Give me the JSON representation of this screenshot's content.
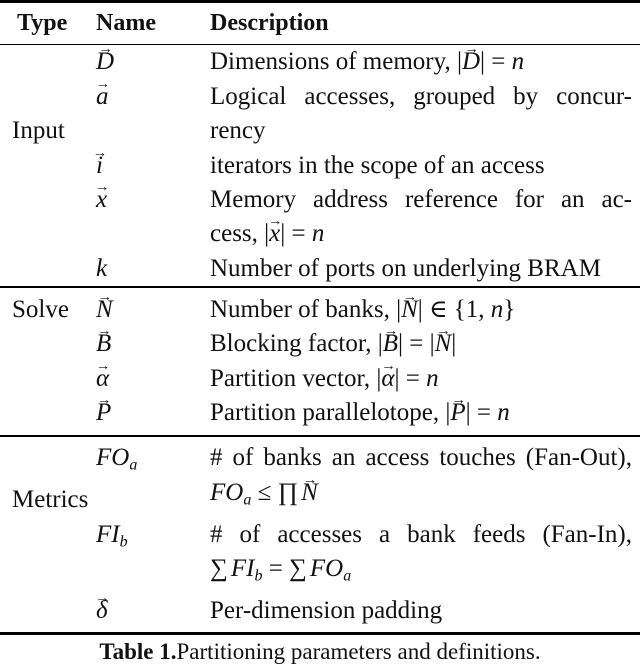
{
  "colors": {
    "text": "#111111",
    "background": "#ffffff",
    "rule": "#000000"
  },
  "table": {
    "headers": [
      "Type",
      "Name",
      "Description"
    ],
    "groups": [
      {
        "label": "Input",
        "label_row": 2,
        "label_align": "end",
        "rows": [
          {
            "name": [
              [
                "v",
                "D"
              ]
            ],
            "desc": [
              [
                [
                  "t",
                  "Dimensions of memory, |"
                ],
                [
                  "v",
                  "D"
                ],
                [
                  "t",
                  "| = "
                ],
                [
                  "i",
                  "n"
                ]
              ]
            ]
          },
          {
            "name": [
              [
                "v",
                "a"
              ]
            ],
            "desc": [
              [
                [
                  "t",
                  "Logical accesses, grouped by concur-"
                ]
              ],
              [
                [
                  "t",
                  "rency"
                ]
              ]
            ]
          },
          {
            "name": [
              [
                "v",
                "i"
              ]
            ],
            "desc": [
              [
                [
                  "t",
                  "iterators in the scope of an access"
                ]
              ]
            ]
          },
          {
            "name": [
              [
                "v",
                "x"
              ]
            ],
            "desc": [
              [
                [
                  "t",
                  "Memory address reference for an ac-"
                ]
              ],
              [
                [
                  "t",
                  "cess, |"
                ],
                [
                  "v",
                  "x"
                ],
                [
                  "t",
                  "| = "
                ],
                [
                  "i",
                  "n"
                ]
              ]
            ]
          },
          {
            "name": [
              [
                "i",
                "k"
              ]
            ],
            "desc": [
              [
                [
                  "t",
                  "Number of ports on underlying BRAM"
                ]
              ]
            ]
          }
        ]
      },
      {
        "label": "Solve",
        "label_row": "all",
        "label_align": "center",
        "rows": [
          {
            "name": [
              [
                "v",
                "N"
              ]
            ],
            "desc": [
              [
                [
                  "t",
                  "Number of banks, |"
                ],
                [
                  "v",
                  "N"
                ],
                [
                  "t",
                  "| ∈ {1, "
                ],
                [
                  "i",
                  "n"
                ],
                [
                  "t",
                  "}"
                ]
              ]
            ]
          },
          {
            "name": [
              [
                "v",
                "B"
              ]
            ],
            "desc": [
              [
                [
                  "t",
                  "Blocking factor, |"
                ],
                [
                  "v",
                  "B"
                ],
                [
                  "t",
                  "| = |"
                ],
                [
                  "v",
                  "N"
                ],
                [
                  "t",
                  "|"
                ]
              ]
            ]
          },
          {
            "name": [
              [
                "v",
                "α"
              ]
            ],
            "desc": [
              [
                [
                  "t",
                  "Partition vector, |"
                ],
                [
                  "v",
                  "α"
                ],
                [
                  "t",
                  "| = "
                ],
                [
                  "i",
                  "n"
                ]
              ]
            ]
          },
          {
            "name": [
              [
                "v",
                "P"
              ]
            ],
            "desc": [
              [
                [
                  "t",
                  "Partition parallelotope, |"
                ],
                [
                  "v",
                  "P"
                ],
                [
                  "t",
                  "| = "
                ],
                [
                  "i",
                  "n"
                ]
              ]
            ]
          }
        ]
      },
      {
        "label": "Metrics",
        "label_row": 1,
        "label_align": "end",
        "rows": [
          {
            "name": [
              [
                "i",
                "FO"
              ],
              [
                "s",
                "a"
              ]
            ],
            "desc": [
              [
                [
                  "t",
                  "# of banks an access touches (Fan-Out),"
                ]
              ],
              [
                [
                  "i",
                  "FO"
                ],
                [
                  "s",
                  "a"
                ],
                [
                  "t",
                  " ≤ "
                ],
                [
                  "o",
                  "∏"
                ],
                [
                  "v",
                  "N"
                ]
              ]
            ]
          },
          {
            "name": [
              [
                "i",
                "FI"
              ],
              [
                "s",
                "b"
              ]
            ],
            "desc": [
              [
                [
                  "t",
                  "# of accesses a bank feeds (Fan-In),"
                ]
              ],
              [
                [
                  "o",
                  "∑"
                ],
                [
                  "i",
                  "FI"
                ],
                [
                  "s",
                  "b"
                ],
                [
                  "t",
                  " = "
                ],
                [
                  "o",
                  "∑"
                ],
                [
                  "i",
                  "FO"
                ],
                [
                  "s",
                  "a"
                ]
              ]
            ]
          },
          {
            "name": [
              [
                "v",
                "δ"
              ]
            ],
            "desc": [
              [
                [
                  "t",
                  "Per-dimension padding"
                ]
              ]
            ]
          }
        ]
      }
    ],
    "caption": {
      "bold": "Table 1.",
      "rest": " Partitioning parameters and definitions."
    }
  }
}
